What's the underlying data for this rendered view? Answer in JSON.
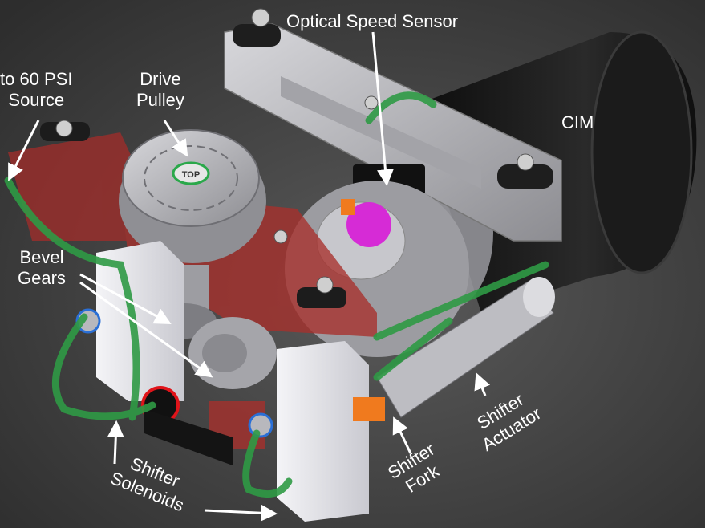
{
  "labels": {
    "optical_speed_sensor": "Optical Speed Sensor",
    "psi_source_line1": "to 60 PSI",
    "psi_source_line2": "Source",
    "drive_pulley_line1": "Drive",
    "drive_pulley_line2": "Pulley",
    "cim": "CIM",
    "bevel_gears_line1": "Bevel",
    "bevel_gears_line2": "Gears",
    "shifter_solenoids_line1": "Shifter",
    "shifter_solenoids_line2": "Solenoids",
    "shifter_fork_line1": "Shifter",
    "shifter_fork_line2": "Fork",
    "shifter_actuator_line1": "Shifter",
    "shifter_actuator_line2": "Actuator",
    "pulley_marking": "TOP"
  },
  "colors": {
    "background": "#3c3c3c",
    "aluminum": "#b9b9bd",
    "translucent_red": "#a8302c",
    "tubing_green": "#2f9a45",
    "motor_black": "#151515",
    "shifter_orange": "#f07a1e",
    "hub_magenta": "#d62bd6",
    "label_text": "#ffffff"
  }
}
